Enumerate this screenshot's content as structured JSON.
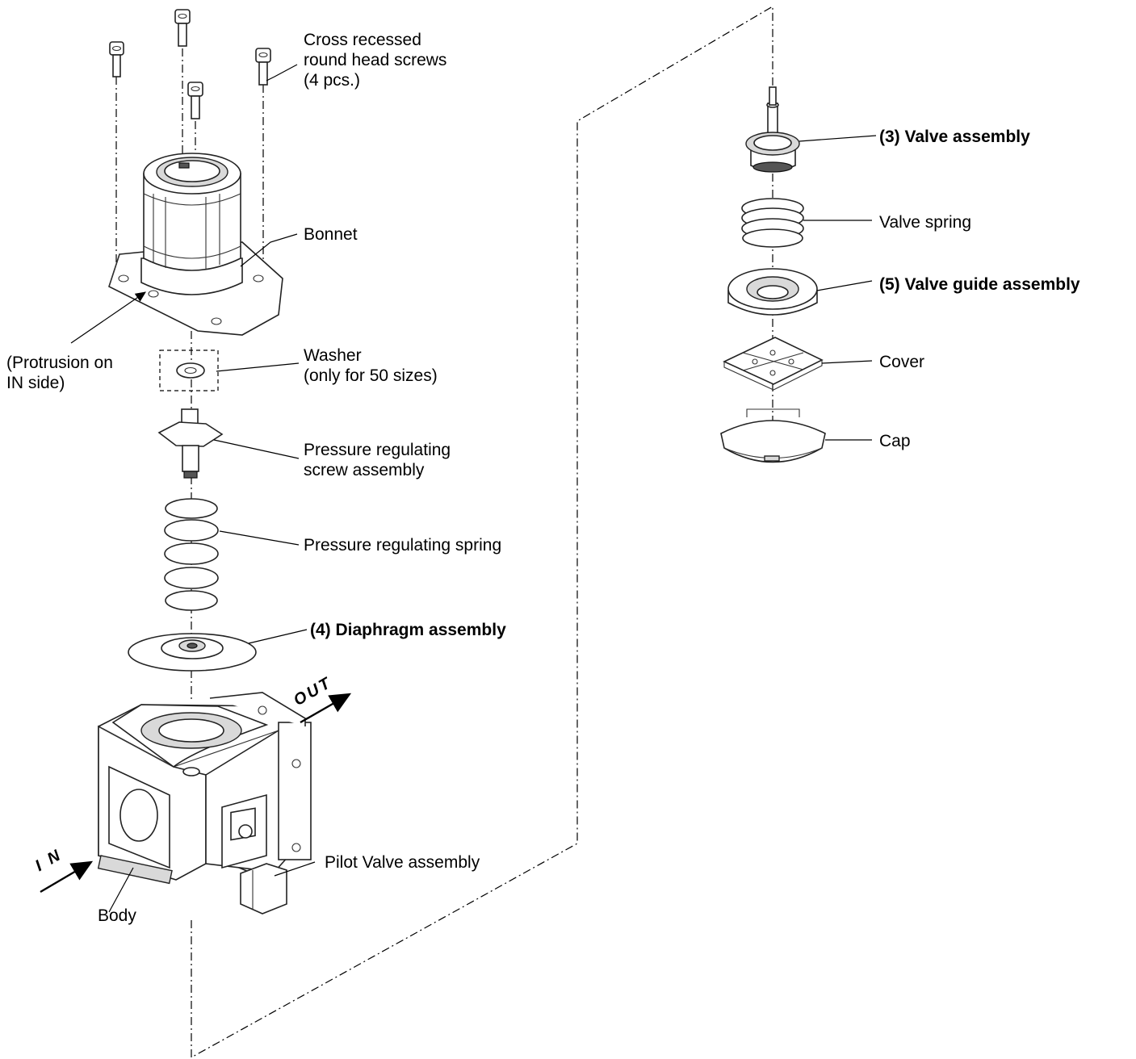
{
  "labels": {
    "screws": [
      "Cross recessed",
      "round head screws",
      "(4 pcs.)"
    ],
    "bonnet": "Bonnet",
    "protrusion": [
      "(Protrusion on",
      "IN side)"
    ],
    "washer": [
      "Washer",
      "(only for 50 sizes)"
    ],
    "pressure_screw": [
      "Pressure regulating",
      "screw assembly"
    ],
    "pressure_spring": "Pressure regulating spring",
    "diaphragm": "(4) Diaphragm assembly",
    "body": "Body",
    "pilot_valve": "Pilot Valve assembly",
    "valve_assembly": "(3) Valve assembly",
    "valve_spring": "Valve spring",
    "valve_guide": "(5) Valve guide assembly",
    "cover": "Cover",
    "cap": "Cap"
  },
  "flow_markers": {
    "in": "I N",
    "out": "OUT"
  }
}
